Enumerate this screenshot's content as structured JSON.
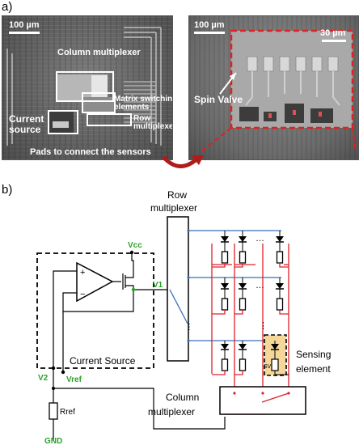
{
  "panel_a": {
    "label": "a)",
    "left_micrograph": {
      "scale_bar": "100 µm",
      "column_multiplexer": "Column multiplexer",
      "matrix_switching_elements_line1": "Matrix switching",
      "matrix_switching_elements_line2": "elements",
      "row_multiplexer_line1": "Row",
      "row_multiplexer_line2": "multiplexer",
      "current_source_line1": "Current",
      "current_source_line2": "source",
      "pads": "Pads to connect the sensors"
    },
    "right_micrograph": {
      "scale_bar_large": "100 µm",
      "scale_bar_small": "30 µm",
      "spin_valve": "Spin Valve"
    }
  },
  "panel_b": {
    "label": "b)",
    "row_multiplexer_line1": "Row",
    "row_multiplexer_line2": "multiplexer",
    "vcc": "Vcc",
    "v1": "V1",
    "v2": "V2",
    "vref": "Vref",
    "current_source": "Current Source",
    "rref": "Rref",
    "gnd": "GND",
    "column_multiplexer_line1": "Column",
    "column_multiplexer_line2": "multiplexer",
    "sensing_element_line1": "Sensing",
    "sensing_element_line2": "element",
    "sv": "SV",
    "opamp_plus": "+",
    "opamp_minus": "−",
    "ellipsis_h": "…",
    "ellipsis_v": "⋮",
    "colors": {
      "dashed_box": "#000000",
      "row_wires": "#3a6fb8",
      "column_wires": "#e0212b",
      "node_labels": "#2aa32a",
      "sensing_highlight": "#f6d79a",
      "microscope_highlight": "#e02020",
      "arrow": "#c0201e"
    }
  }
}
